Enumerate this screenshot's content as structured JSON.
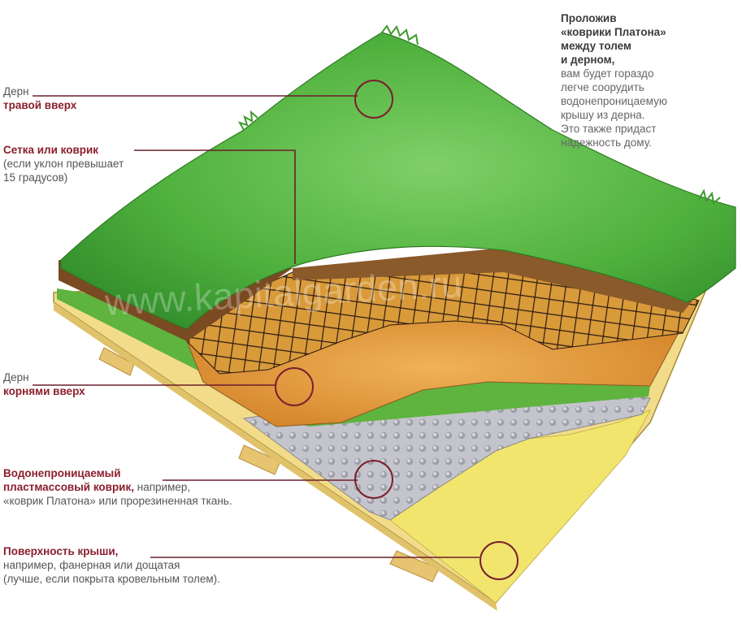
{
  "watermark": "www.kapitalgarden.ru",
  "note": {
    "bold_lines": [
      "Проложив",
      "«коврики Платона»",
      "между толем",
      "и дерном,"
    ],
    "plain_lines": [
      "вам будет гораздо",
      "легче соорудить",
      "водонепроницаемую",
      "крышу из дерна.",
      "Это также придаст",
      "надежность дому."
    ]
  },
  "layers": [
    {
      "line1": "Дерн",
      "line2": "травой вверх",
      "line3": "",
      "line4": ""
    },
    {
      "line1": "Сетка или коврик",
      "line2": "(если уклон превышает",
      "line3": "15 градусов)",
      "line4": ""
    },
    {
      "line1": "Дерн",
      "line2": "корнями вверх",
      "line3": "",
      "line4": ""
    },
    {
      "line1": "Водонепроницаемый",
      "line2": "пластмассовый коврик,",
      "line2b": " например,",
      "line3": "«коврик Платона» или прорезиненная ткань.",
      "line4": ""
    },
    {
      "line1": "Поверхность крыши,",
      "line2": "например, фанерная или дощатая",
      "line3": "(лучше, если покрыта кровельным толем).",
      "line4": ""
    }
  ],
  "colors": {
    "accent": "#8a1f2b",
    "grass": "#4caf3a",
    "soil": "#d98c2f",
    "membrane": "#b7b8c0",
    "roof": "#f0e46a",
    "wood": "#e8c878"
  }
}
